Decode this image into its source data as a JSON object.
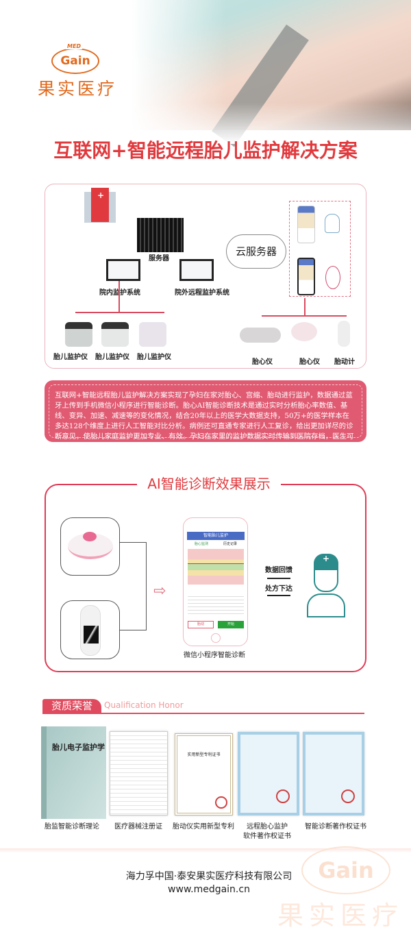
{
  "brand": {
    "logo_top": "MED",
    "logo_mark": "Gain",
    "logo_cn": "果实医疗"
  },
  "title": "互联网+智能远程胎儿监护解决方案",
  "diagram": {
    "server": "服务器",
    "cloud": "云服务器",
    "inhouse": "院内监护系统",
    "remote": "院外远程监护系统",
    "monitors": [
      "胎儿监护仪",
      "胎儿监护仪",
      "胎儿监护仪"
    ],
    "home_devices": [
      "胎心仪",
      "胎心仪",
      "胎动计"
    ]
  },
  "description": "互联网+智能远程胎儿监护解决方案实现了孕妇在家对胎心、宫缩、胎动进行监护，数据通过蓝牙上传到手机微信小程序进行智能诊断。胎心AI智能诊断技术是通过实时分析胎心率数值、基线、变异、加速、减速等的变化情况，结合20年以上的医学大数据支持，50万+的医学样本在多达128个维度上进行人工智能对比分析。病例还可直通专家进行人工复诊，给出更加详尽的诊断意见，使胎儿家庭监护更加专业、有效。孕妇在家里的监护数据实时传输到医院存档，医生可以更加直观的了解到孕妇整个孕期的胎儿状况。",
  "ai": {
    "title": "AI智能诊断效果展示",
    "feedback": "数据回馈",
    "prescription": "处方下达",
    "caption": "微信小程序智能诊断",
    "phone_header": "智能胎儿监护",
    "phone_tabs": [
      "胎心监测",
      "历史记录"
    ],
    "phone_buttons": [
      "胎动",
      "开始"
    ]
  },
  "honor": {
    "title_cn": "资质荣誉",
    "title_en": "Qualification Honor",
    "items": [
      {
        "caption": "胎监智能诊断理论",
        "inner": "胎儿电子监护学"
      },
      {
        "caption": "医疗器械注册证"
      },
      {
        "caption": "胎动仪实用新型专利",
        "inner": "实用新型专利证书"
      },
      {
        "caption": "远程胎心监护",
        "caption2": "软件著作权证书"
      },
      {
        "caption": "智能诊断著作权证书"
      }
    ]
  },
  "footer": {
    "company": "海力孚中国·泰安果实医疗科技有限公司",
    "url": "www.medgain.cn"
  },
  "colors": {
    "accent": "#e03a3e",
    "brand": "#e06a1e",
    "panel": "#e05a72"
  }
}
